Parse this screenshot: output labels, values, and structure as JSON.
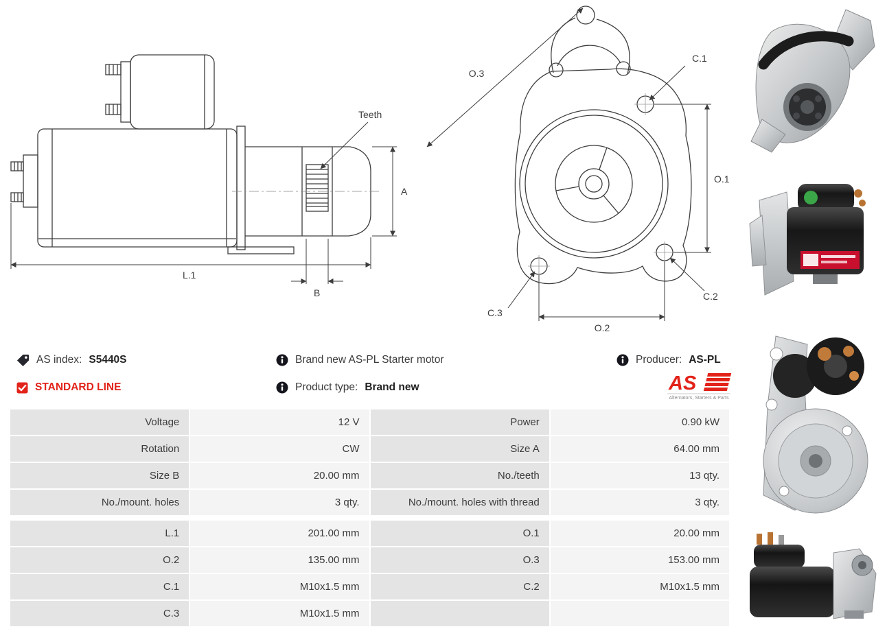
{
  "colors": {
    "accent_red": "#e2231a",
    "table_label_bg": "#e4e4e4",
    "table_value_bg": "#f4f4f4"
  },
  "diagram": {
    "teeth": "Teeth",
    "a": "A",
    "b": "B",
    "l1": "L.1",
    "o1": "O.1",
    "o2": "O.2",
    "o3": "O.3",
    "c1": "C.1",
    "c2": "C.2",
    "c3": "C.3"
  },
  "info": {
    "as_index_label": "AS index:",
    "as_index_value": "S5440S",
    "standard_line": "STANDARD LINE",
    "brand_new_text": "Brand new AS-PL Starter motor",
    "product_type_label": "Product type:",
    "product_type_value": "Brand new",
    "producer_label": "Producer:",
    "producer_value": "AS-PL"
  },
  "logo": {
    "text": "AS",
    "tagline": "Alternators, Starters & Parts"
  },
  "photos": {
    "count": 4
  },
  "spec_table": {
    "groups": [
      {
        "rows": [
          [
            "Voltage",
            "12 V",
            "Power",
            "0.90 kW"
          ],
          [
            "Rotation",
            "CW",
            "Size A",
            "64.00 mm"
          ],
          [
            "Size B",
            "20.00 mm",
            "No./teeth",
            "13 qty."
          ],
          [
            "No./mount. holes",
            "3 qty.",
            "No./mount. holes with thread",
            "3 qty."
          ]
        ]
      },
      {
        "rows": [
          [
            "L.1",
            "201.00 mm",
            "O.1",
            "20.00 mm"
          ],
          [
            "O.2",
            "135.00 mm",
            "O.3",
            "153.00 mm"
          ],
          [
            "C.1",
            "M10x1.5 mm",
            "C.2",
            "M10x1.5 mm"
          ],
          [
            "C.3",
            "M10x1.5 mm",
            "",
            ""
          ]
        ]
      }
    ]
  }
}
